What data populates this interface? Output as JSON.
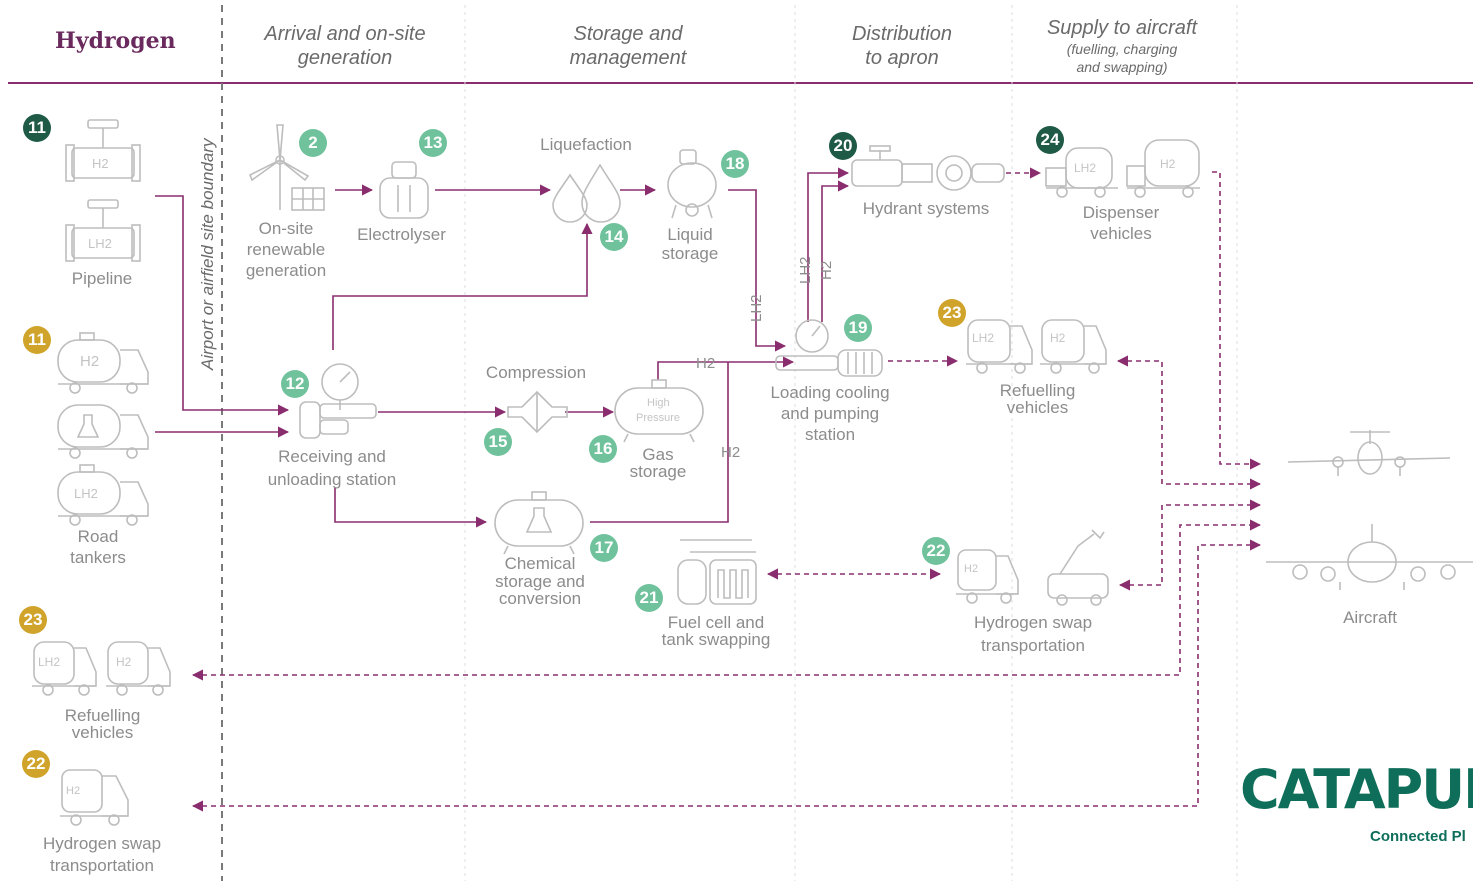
{
  "title": "Hydrogen",
  "headers": {
    "arrival": [
      "Arrival and on-site",
      "generation"
    ],
    "storage": [
      "Storage and",
      "management"
    ],
    "distribution": [
      "Distribution",
      "to apron"
    ],
    "supply": "Supply to aircraft",
    "supply_sub": [
      "(fuelling, charging",
      "and swapping)"
    ]
  },
  "boundary_label": "Airport or airfield site boundary",
  "labels": {
    "pipeline": "Pipeline",
    "road_tankers": [
      "Road",
      "tankers"
    ],
    "onsite_renewable": [
      "On-site",
      "renewable",
      "generation"
    ],
    "electrolyser": "Electrolyser",
    "liquefaction": "Liquefaction",
    "liquid_storage": [
      "Liquid",
      "storage"
    ],
    "hydrant_systems": "Hydrant systems",
    "dispenser_vehicles": [
      "Dispenser",
      "vehicles"
    ],
    "receiving_station": [
      "Receiving and",
      "unloading station"
    ],
    "compression": "Compression",
    "gas_storage": [
      "Gas",
      "storage"
    ],
    "loading_station": [
      "Loading cooling",
      "and pumping",
      "station"
    ],
    "refuelling_vehicles_apron": [
      "Refuelling",
      "vehicles"
    ],
    "chemical_storage": [
      "Chemical",
      "storage and",
      "conversion"
    ],
    "fuel_cell_swapping": [
      "Fuel cell and",
      "tank swapping"
    ],
    "hydrogen_swap_apron": [
      "Hydrogen swap",
      "transportation"
    ],
    "aircraft": "Aircraft",
    "refuelling_vehicles_offsite": [
      "Refuelling",
      "vehicles"
    ],
    "hydrogen_swap_offsite": [
      "Hydrogen swap",
      "transportation"
    ]
  },
  "badges": {
    "pipeline": "11",
    "road": "11",
    "onsite": "2",
    "electrolyser": "13",
    "liquefaction": "14",
    "liquid_storage": "18",
    "hydrant": "20",
    "dispenser": "24",
    "receiving": "12",
    "compression": "15",
    "gas_storage": "16",
    "chemical": "17",
    "loading": "19",
    "refuelling_apron": "23",
    "fuel_cell": "21",
    "swap_apron": "22",
    "refuelling_offsite": "23",
    "swap_offsite": "22"
  },
  "gas_labels": {
    "lh2_a": "LH2",
    "lh2_b": "LH2",
    "h2_a": "H2",
    "h2_b": "H2",
    "h2_c": "H2"
  },
  "icon_text": {
    "pipe_h2": "H2",
    "pipe_lh2": "LH2",
    "tanker_h2": "H2",
    "tanker_lh2": "LH2",
    "high_pressure": [
      "High",
      "Pressure"
    ]
  },
  "logo": {
    "name": "CATAPUL",
    "sub": "Connected Pl"
  },
  "colors": {
    "flow": "#8a2d6e",
    "header_rule": "#8a2d6e",
    "badge_green": "#6fc29b",
    "badge_dark": "#1e5a45",
    "badge_gold": "#d0a32a",
    "icon": "#bdbdbd",
    "logo": "#0f6e5a"
  }
}
